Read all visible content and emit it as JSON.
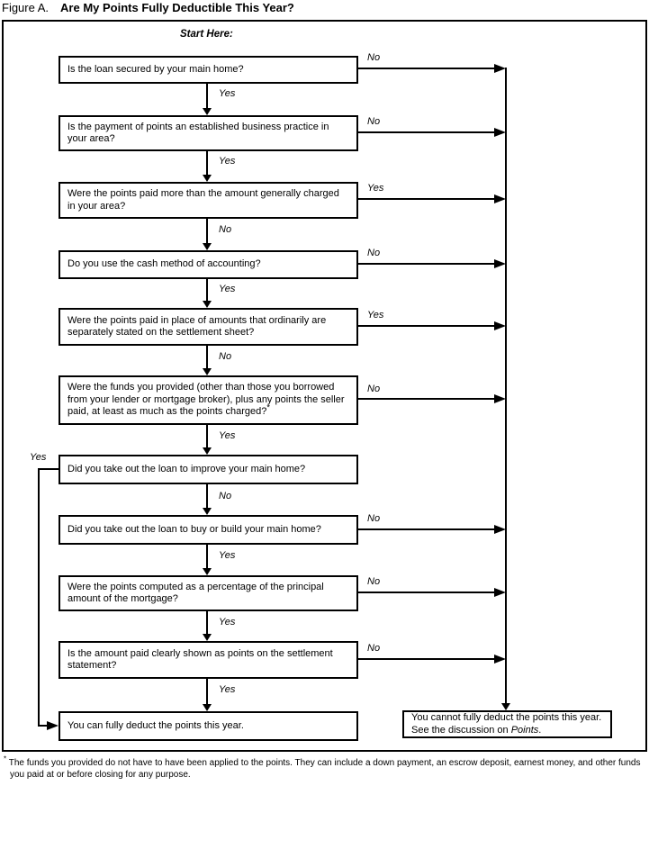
{
  "page": {
    "figure_label": "Figure A.",
    "title": "Are My Points Fully Deductible This Year?",
    "start_here": "Start Here:"
  },
  "boxes": {
    "q1": {
      "text": "Is the loan secured by your main home?"
    },
    "q2": {
      "text": "Is the payment of points an established business practice in your area?"
    },
    "q3": {
      "text": "Were the points paid more than the amount generally charged in your area?"
    },
    "q4": {
      "text": "Do you use the cash method of accounting?"
    },
    "q5": {
      "text": "Were the points paid in place of amounts that ordinarily are separately stated on the settlement sheet?"
    },
    "q6": {
      "text": "Were the funds you provided (other than those you borrowed from your lender or mortgage broker), plus any points the seller paid, at least as much as the points charged?",
      "footnote_ref": "*"
    },
    "q7": {
      "text": "Did you take out the loan to improve your main home?"
    },
    "q8": {
      "text": "Did you take out the loan to buy or build your main home?"
    },
    "q9": {
      "text": "Were the points computed as a percentage of the principal amount of the mortgage?"
    },
    "q10": {
      "text": "Is the amount paid clearly shown as points on the settlement statement?"
    },
    "result_yes": {
      "text": "You can fully deduct the points this year."
    },
    "result_no": {
      "text_before": "You cannot fully deduct the points this year. See the discussion on ",
      "italic_term": "Points",
      "text_after": "."
    }
  },
  "labels": {
    "q1_down": "Yes",
    "q1_right": "No",
    "q2_down": "Yes",
    "q2_right": "No",
    "q3_down": "No",
    "q3_right": "Yes",
    "q4_down": "Yes",
    "q4_right": "No",
    "q5_down": "No",
    "q5_right": "Yes",
    "q6_down": "Yes",
    "q6_right": "No",
    "q7_down": "No",
    "q7_left": "Yes",
    "q8_down": "Yes",
    "q8_right": "No",
    "q9_down": "Yes",
    "q9_right": "No",
    "q10_down": "Yes",
    "q10_right": "No"
  },
  "footnote": {
    "marker": "*",
    "text": "The funds you provided do not have to have been applied to the points. They can include a down payment, an escrow deposit, earnest money, and other funds you paid at or before closing for any purpose."
  },
  "colors": {
    "ink": "#000000",
    "paper": "#ffffff"
  }
}
